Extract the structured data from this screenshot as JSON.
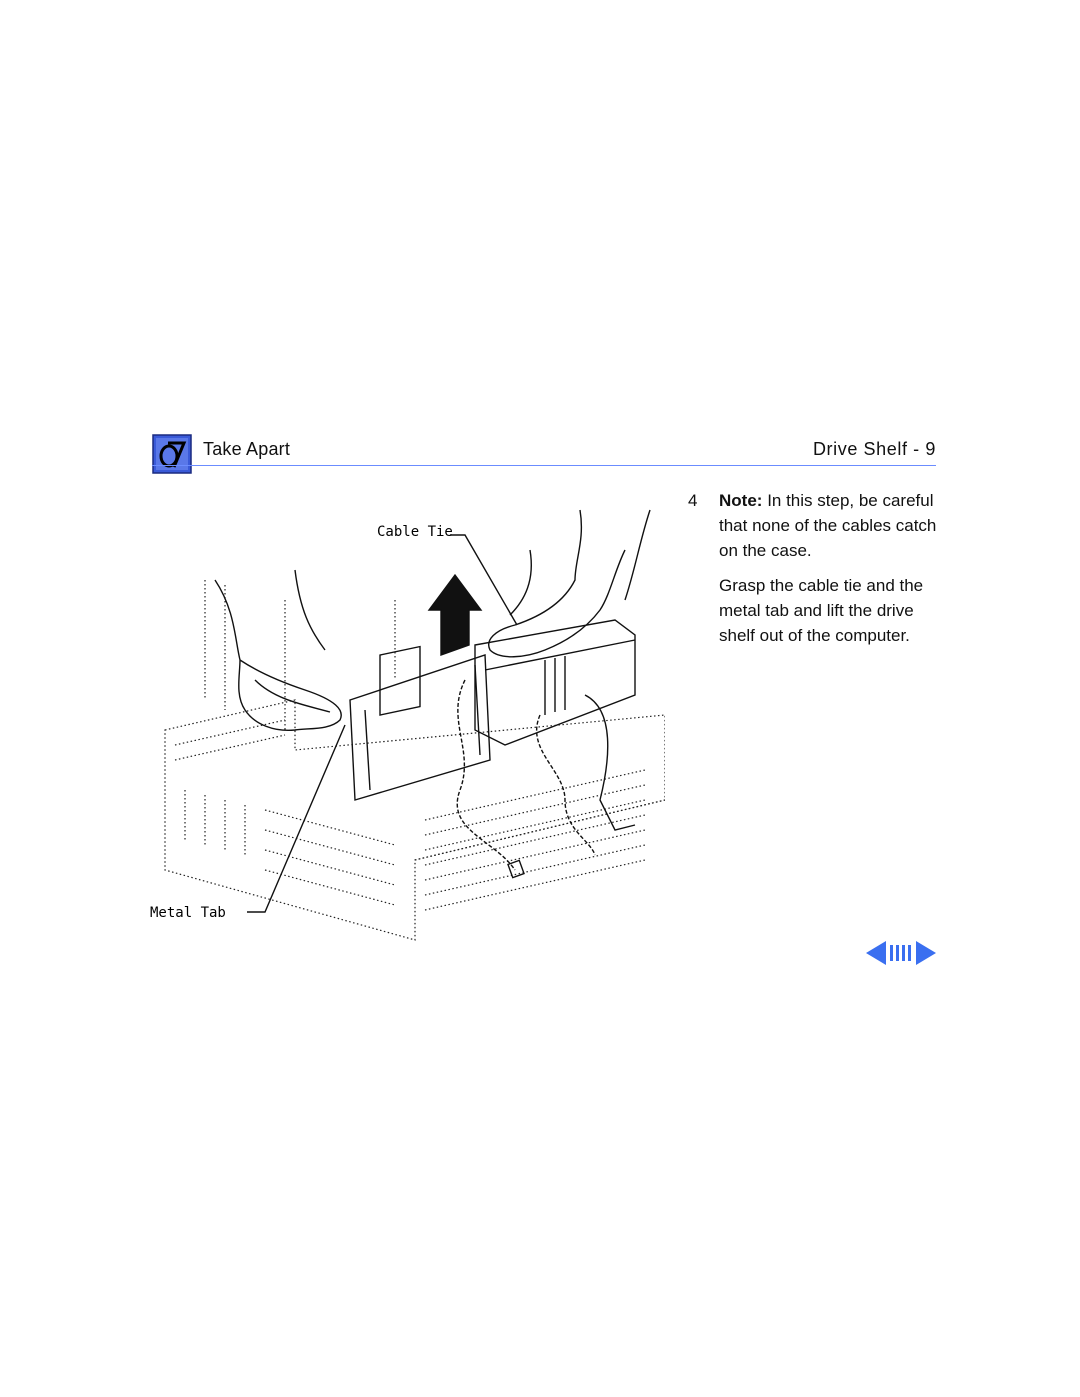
{
  "header": {
    "section_title": "Take Apart",
    "page_title": "Drive Shelf - 9",
    "icon": "take-apart-chapter-icon",
    "accent_color": "#3a5ad8"
  },
  "step": {
    "number": "4",
    "note_label": "Note:",
    "note_text": "In this step, be careful that none of the cables catch on the case.",
    "instruction": "Grasp the cable tie and the metal tab and lift the drive shelf out of the computer."
  },
  "illustration": {
    "callouts": {
      "cable_tie": "Cable Tie",
      "metal_tab": "Metal Tab"
    }
  },
  "navigation": {
    "prev_icon": "previous-page-arrow-icon",
    "index_icon": "index-bars-icon",
    "next_icon": "next-page-arrow-icon",
    "color": "#3a6ff0"
  }
}
